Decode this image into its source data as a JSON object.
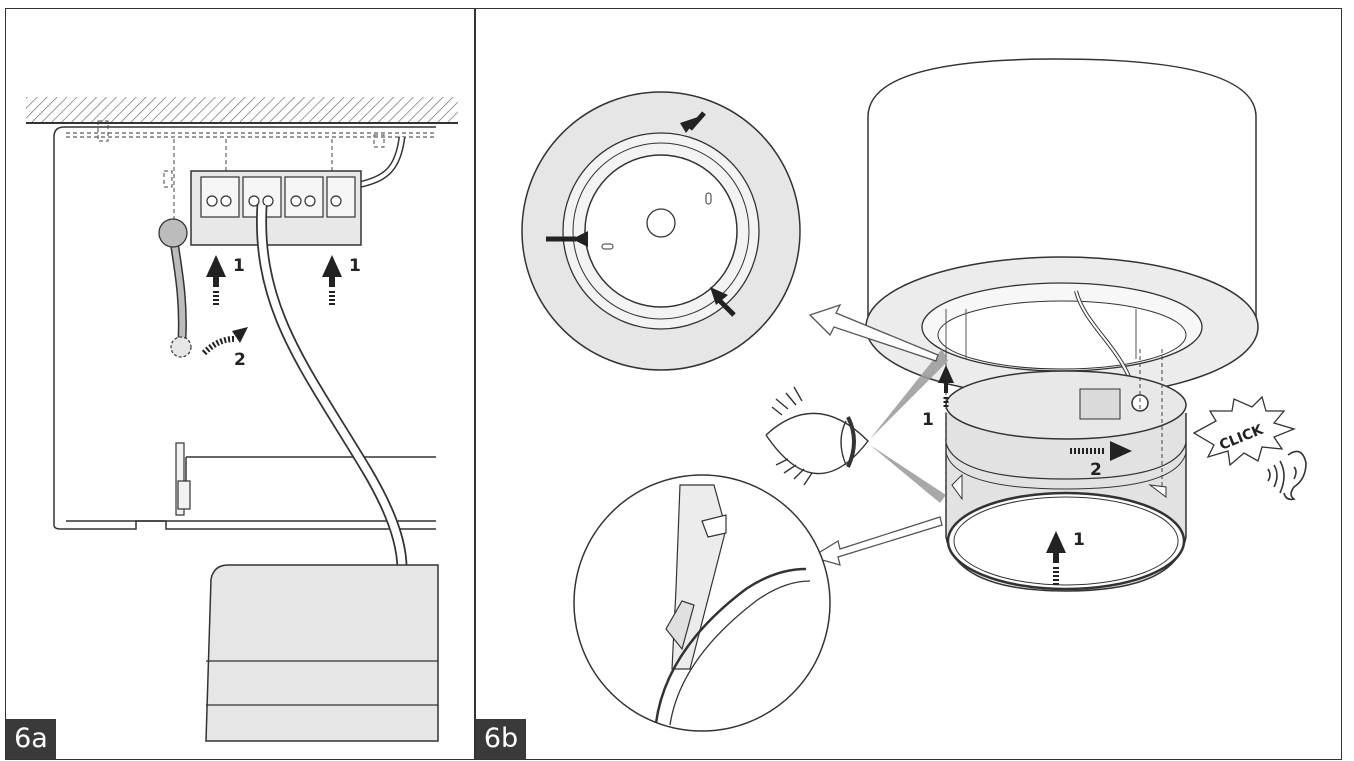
{
  "panels": [
    {
      "label": "6a"
    },
    {
      "label": "6b"
    }
  ],
  "steps": {
    "step1": "1",
    "step2": "2"
  },
  "sound_text": "CLICK"
}
